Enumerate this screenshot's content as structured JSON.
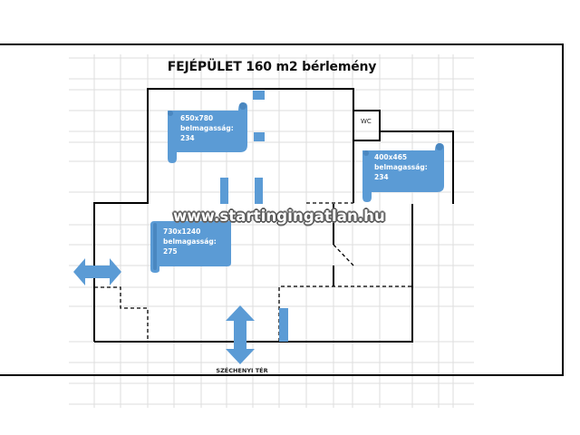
{
  "title": "FEJÉPÜLET 160 m2 bérlemény",
  "watermark": "www.startingingatlan.hu",
  "street_label": "SZÉCHENYI TÉR",
  "wc_label": "WC",
  "colors": {
    "shape_blue": "#5b9bd5",
    "shape_blue_dark": "#4a87c0",
    "wall": "#000000",
    "grid": "#dcdcdc"
  },
  "rooms": [
    {
      "id": "room-1",
      "dimensions": "650x780",
      "height_label": "belmagasság:",
      "height_value": "234"
    },
    {
      "id": "room-2",
      "dimensions": "400x465",
      "height_label": "belmagasság:",
      "height_value": "234"
    },
    {
      "id": "room-3",
      "dimensions": "730x1240",
      "height_label": "belmagasság:",
      "height_value": "275"
    }
  ],
  "entrances": [
    {
      "id": "entrance-left",
      "orientation": "horizontal"
    },
    {
      "id": "entrance-bottom",
      "orientation": "vertical",
      "label": "SZÉCHENYI TÉR"
    }
  ]
}
